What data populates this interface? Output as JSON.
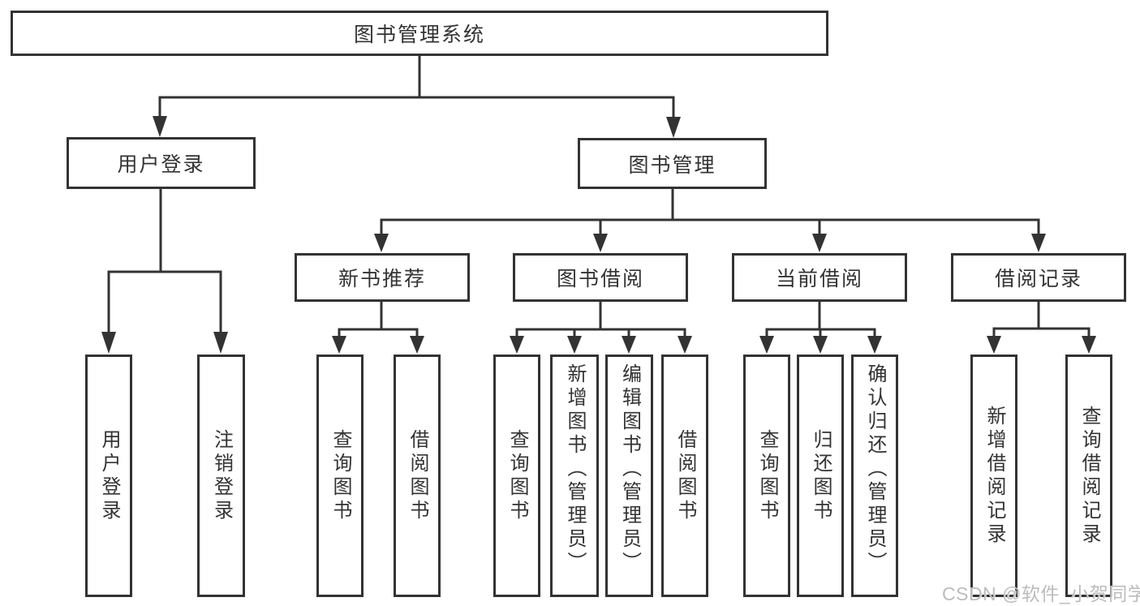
{
  "tree": {
    "root": {
      "label": "图书管理系统"
    },
    "branches": [
      {
        "label": "用户登录",
        "children": [
          {
            "label": "用户登录"
          },
          {
            "label": "注销登录"
          }
        ]
      },
      {
        "label": "图书管理",
        "children": [
          {
            "label": "新书推荐",
            "children": [
              {
                "label": "查询图书"
              },
              {
                "label": "借阅图书"
              }
            ]
          },
          {
            "label": "图书借阅",
            "children": [
              {
                "label": "查询图书"
              },
              {
                "label": "新增图书（管理员）"
              },
              {
                "label": "编辑图书（管理员）"
              },
              {
                "label": "借阅图书"
              }
            ]
          },
          {
            "label": "当前借阅",
            "children": [
              {
                "label": "查询图书"
              },
              {
                "label": "归还图书"
              },
              {
                "label": "确认归还（管理员）"
              }
            ]
          },
          {
            "label": "借阅记录",
            "children": [
              {
                "label": "新增借阅记录"
              },
              {
                "label": "查询借阅记录"
              }
            ]
          }
        ]
      }
    ]
  },
  "watermark": {
    "text": "CSDN @软件_小贺同学"
  },
  "colors": {
    "line": "#333333",
    "border": "#333333",
    "box_background": "#ffffff",
    "text": "#333333",
    "watermark": "#bcbcbc",
    "page_background": "#ffffff"
  }
}
